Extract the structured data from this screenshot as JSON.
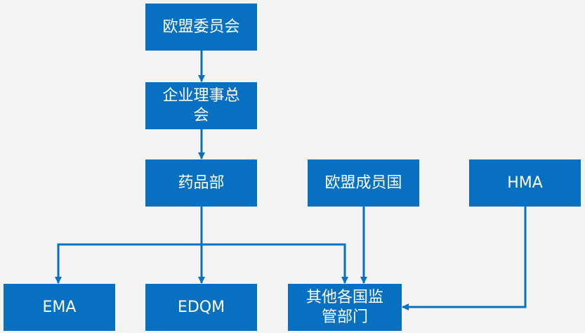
{
  "nodes": {
    "eu_commission": "欧盟委员会",
    "general_council": "企业理事总\n会",
    "pharma_dept": "药品部",
    "member_states": "欧盟成员国",
    "hma": "HMA",
    "ema": "EMA",
    "edqm": "EDQM",
    "other_regulators": "其他各国监\n管部门"
  },
  "colors": {
    "box_fill": "#0870c0",
    "connector": "#0870c0",
    "box_text": "#ffffff",
    "background": "#f4f4f4"
  }
}
